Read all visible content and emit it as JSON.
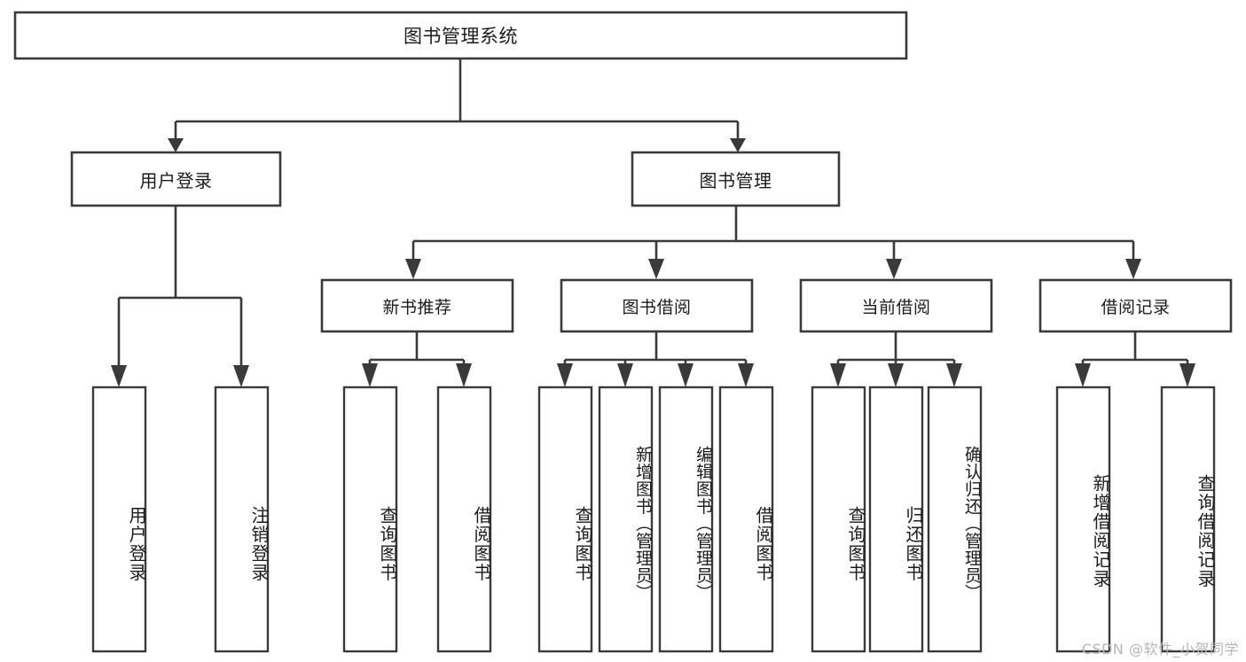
{
  "diagram": {
    "type": "tree-hierarchy",
    "root": {
      "id": "root",
      "label": "图书管理系统"
    },
    "level2": [
      {
        "id": "login",
        "label": "用户登录"
      },
      {
        "id": "bookmgmt",
        "label": "图书管理"
      }
    ],
    "level3": [
      {
        "id": "newbook",
        "label": "新书推荐",
        "parent": "bookmgmt"
      },
      {
        "id": "borrow",
        "label": "图书借阅",
        "parent": "bookmgmt"
      },
      {
        "id": "current",
        "label": "当前借阅",
        "parent": "bookmgmt"
      },
      {
        "id": "record",
        "label": "借阅记录",
        "parent": "bookmgmt"
      }
    ],
    "leaves": [
      {
        "id": "leaf-user-login",
        "label": "用户登录",
        "parent": "login"
      },
      {
        "id": "leaf-user-logout",
        "label": "注销登录",
        "parent": "login"
      },
      {
        "id": "leaf-newbook-query",
        "label": "查询图书",
        "parent": "newbook"
      },
      {
        "id": "leaf-newbook-borrow",
        "label": "借阅图书",
        "parent": "newbook"
      },
      {
        "id": "leaf-borrow-query",
        "label": "查询图书",
        "parent": "borrow"
      },
      {
        "id": "leaf-borrow-add",
        "label": "新增图书（管理员）",
        "parent": "borrow"
      },
      {
        "id": "leaf-borrow-edit",
        "label": "编辑图书（管理员）",
        "parent": "borrow"
      },
      {
        "id": "leaf-borrow-lend",
        "label": "借阅图书",
        "parent": "borrow"
      },
      {
        "id": "leaf-current-query",
        "label": "查询图书",
        "parent": "current"
      },
      {
        "id": "leaf-current-return",
        "label": "归还图书",
        "parent": "current"
      },
      {
        "id": "leaf-current-confirm",
        "label": "确认归还（管理员）",
        "parent": "current"
      },
      {
        "id": "leaf-record-add",
        "label": "新增借阅记录",
        "parent": "record"
      },
      {
        "id": "leaf-record-query",
        "label": "查询借阅记录",
        "parent": "record"
      }
    ]
  },
  "watermark": {
    "text": "CSDN @软件_小贺同学"
  },
  "colors": {
    "background": "#ffffff",
    "node_fill": "#ffffff",
    "node_stroke": "#3a3a3a",
    "text": "#1b1b1b",
    "watermark": "#b6b6b6"
  }
}
